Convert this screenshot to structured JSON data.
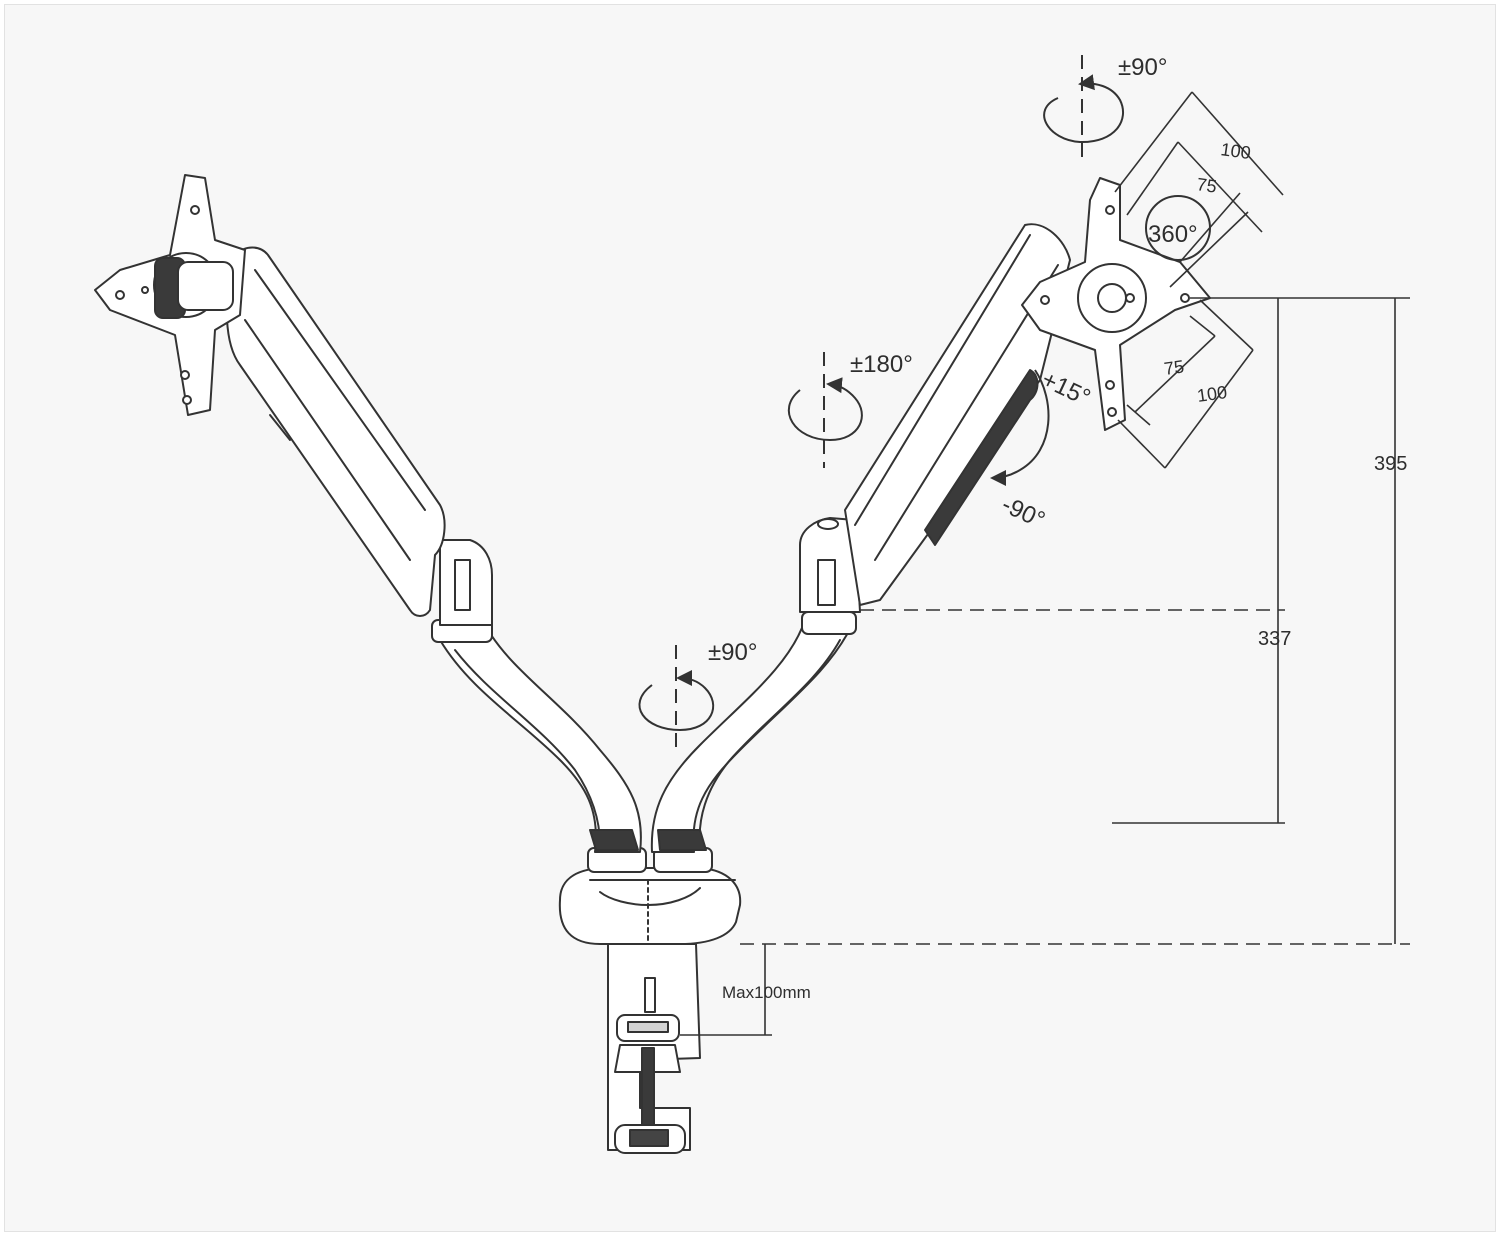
{
  "rotation_labels": {
    "top_right_tilt": "±90°",
    "vesa_rotate": "360°",
    "arm_swivel": "±180°",
    "tilt_up": "+15°",
    "tilt_down": "-90°",
    "base_swivel": "±90°"
  },
  "vesa": {
    "outer_top": "100",
    "inner_top": "75",
    "inner_bottom": "75",
    "outer_bottom": "100"
  },
  "dimensions": {
    "max_height": "395",
    "arm_height": "337",
    "desk_thickness": "Max100mm"
  },
  "colors": {
    "line": "#333333",
    "background": "#f7f7f7",
    "fill": "#ffffff",
    "shade": "#dcdcdc"
  }
}
